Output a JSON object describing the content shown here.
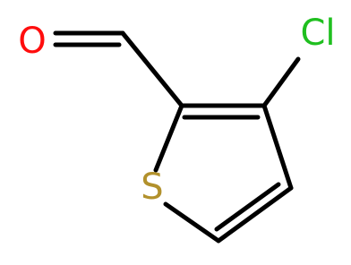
{
  "molecule": {
    "atoms": {
      "oxygen": {
        "symbol": "O",
        "color": "#ff0d0d"
      },
      "chlorine": {
        "symbol": "Cl",
        "color": "#1fbf1f"
      },
      "sulfur": {
        "symbol": "S",
        "color": "#b2912c"
      }
    },
    "bond_color": "#000000"
  }
}
